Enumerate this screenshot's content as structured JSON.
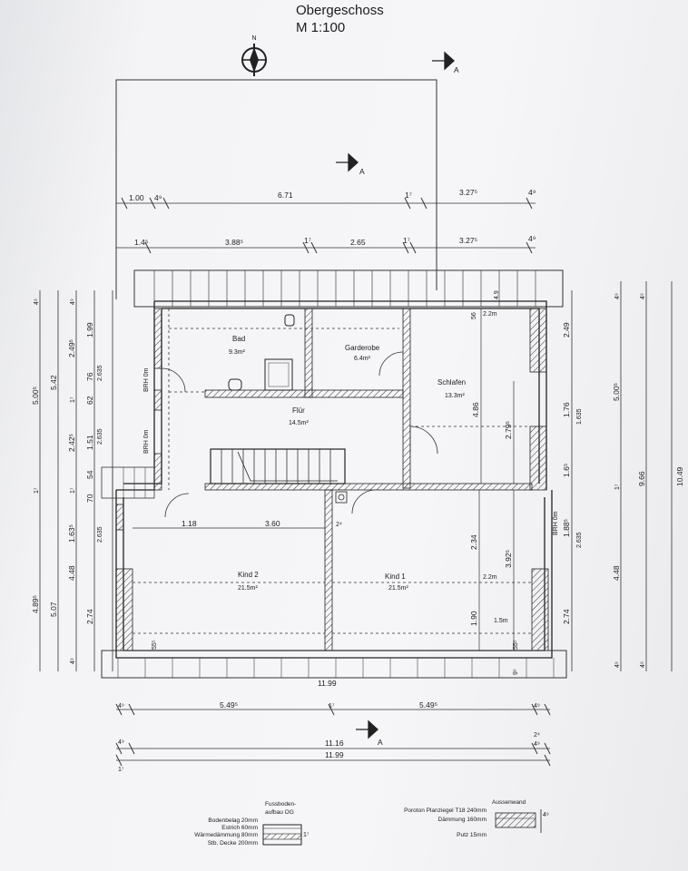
{
  "header": {
    "title": "Obergeschoss",
    "scale": "M 1:100"
  },
  "north": {
    "label": "N"
  },
  "section_marker": "A",
  "rooms": {
    "bad": {
      "name": "Bad",
      "area": "9.3m²"
    },
    "garderobe": {
      "name": "Garderobe",
      "area": "6.4m²"
    },
    "schlafen": {
      "name": "Schlafen",
      "area": "13.3m²"
    },
    "flur": {
      "name": "Flür",
      "area": "14.5m²"
    },
    "kind2": {
      "name": "Kind 2",
      "area": "21.5m²"
    },
    "kind1": {
      "name": "Kind 1",
      "area": "21.5m²"
    }
  },
  "dimensions": {
    "top_row1": [
      "1.00",
      "4⁹",
      "6.71",
      "1⁷",
      "3.27⁵",
      "4⁹"
    ],
    "top_row2": [
      "1.4⁵",
      "3.88⁵",
      "1⁷",
      "2.65",
      "1⁷",
      "3.27⁵",
      "4⁹"
    ],
    "bottom_row1": [
      "4⁹",
      "5.49⁵",
      "1⁷",
      "5.49⁵",
      "4⁹"
    ],
    "bottom_row2": [
      "4⁹",
      "11.16",
      "2⁴",
      "4⁹"
    ],
    "bottom_total": "11.99",
    "bottom_inner": "11.99",
    "bottom_left_small": "1⁷",
    "left_outer": [
      "4⁹",
      "5.00⁵",
      "1⁷",
      "4.89⁵"
    ],
    "left_col2": [
      "5.42",
      "5.07"
    ],
    "left_col3": [
      "4⁹",
      "2.49⁵",
      "1⁷",
      "2.42⁵",
      "1⁷",
      "1.63⁵",
      "4.48",
      "4⁹"
    ],
    "left_col4": [
      "1.99",
      "76",
      "62",
      "1.51",
      "54",
      "70",
      "2.74"
    ],
    "left_col5": [
      "2.635",
      "2.635",
      "2.635"
    ],
    "brh_labels": [
      "BRH 0m",
      "BRH 0m",
      "BRH 0m"
    ],
    "right_col1": [
      "2.49",
      "1.76",
      "1.6⁵",
      "1.88⁵",
      "2.74"
    ],
    "right_col2": [
      "1.635",
      "2.635"
    ],
    "right_col3": [
      "4⁹",
      "5.00⁵",
      "1⁷",
      "4.48",
      "4⁹"
    ],
    "right_col4": [
      "4⁹",
      "9.66",
      "4⁹"
    ],
    "right_total": "10.49",
    "interior": {
      "schlafen_height": "4.86",
      "schlafen_inner": "2.79⁵",
      "kind_height": "2.34",
      "kind_inner": "3.92⁵",
      "kind_lower": "1.90",
      "top_56": "56",
      "top_49": "4.9",
      "two_m_top": "2.2m",
      "two_m_mid": "2.2m",
      "one_five": "1.5m",
      "kind2_w1": "1.18",
      "kind2_w2": "3.60",
      "kind2_w3": "2⁴",
      "left_55": "55⁵",
      "right_55": "55⁵",
      "right_9": "9⁵"
    }
  },
  "legend": {
    "floor_heading": "Fussboden-\naufbau OG",
    "floor_lines": [
      "Bodenbelag 20mm",
      "Estrich 60mm",
      "Wärmedämmung 80mm",
      "Stb. Decke 200mm"
    ],
    "wall_heading": "Aussenwand",
    "wall_lines": [
      "Poroton Planziegel T18 240mm",
      "Dämmung 160mm",
      "Putz 15mm"
    ]
  }
}
